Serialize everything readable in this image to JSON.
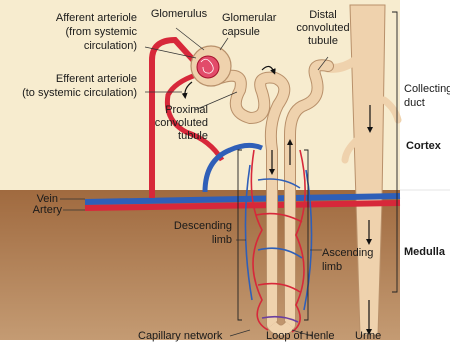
{
  "labels": {
    "glomerulus": "Glomerulus",
    "glomerular_capsule": "Glomerular capsule",
    "afferent_line1": "Afferent arteriole",
    "afferent_line2": "(from systemic",
    "afferent_line3": "circulation)",
    "efferent_line1": "Efferent arteriole",
    "efferent_line2": "(to systemic circulation)",
    "distal_line1": "Distal",
    "distal_line2": "convoluted",
    "distal_line3": "tubule",
    "collecting_line1": "Collecting",
    "collecting_line2": "duct",
    "proximal_line1": "Proximal",
    "proximal_line2": "convoluted",
    "proximal_line3": "tubule",
    "cortex": "Cortex",
    "vein": "Vein",
    "artery": "Artery",
    "descending_line1": "Descending",
    "descending_line2": "limb",
    "ascending_line1": "Ascending",
    "ascending_line2": "limb",
    "medulla": "Medulla",
    "capillary_network": "Capillary network",
    "loop_of_henle": "Loop of Henle",
    "urine": "Urine"
  },
  "colors": {
    "cortex_bg": "#f7eccf",
    "medulla_bg": "#a9754a",
    "tubule": "#efd2ad",
    "tubule_edge": "#b8906a",
    "artery": "#d7283a",
    "vein": "#2f5fb8"
  }
}
